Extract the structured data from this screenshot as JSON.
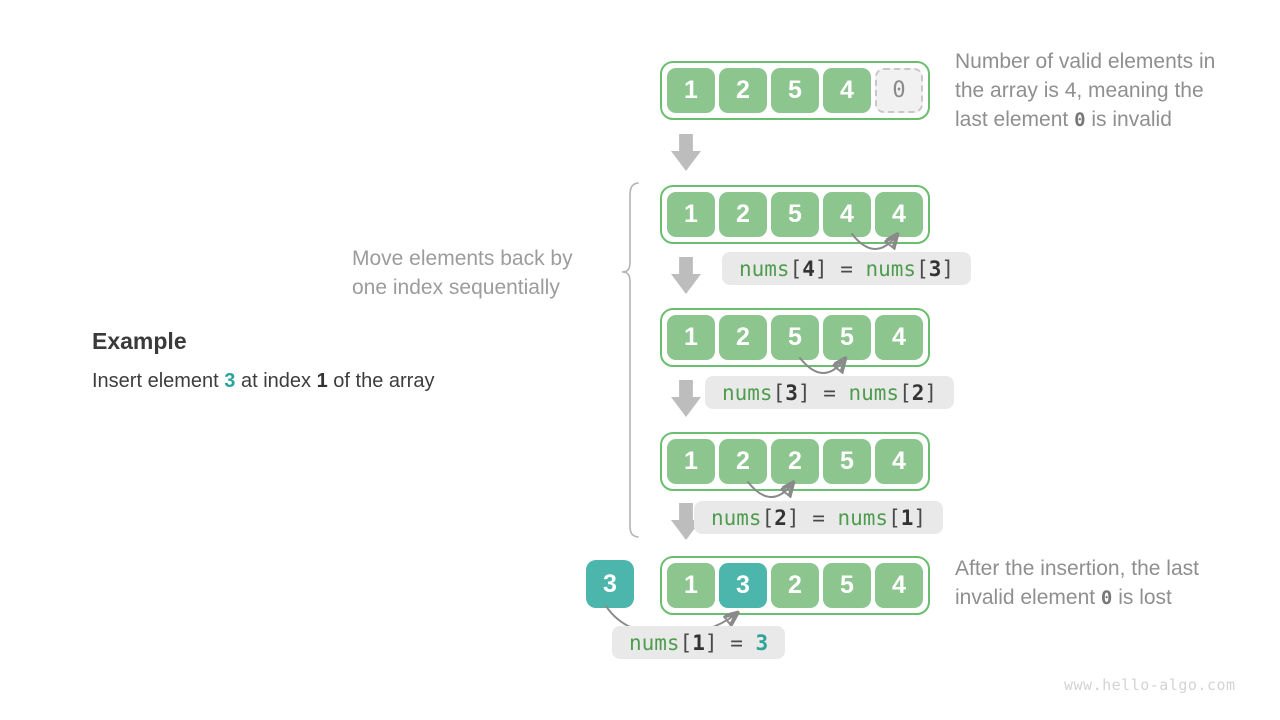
{
  "example": {
    "heading": "Example",
    "insert_pre": "Insert element ",
    "insert_value": "3",
    "insert_mid": " at index ",
    "insert_index": "1",
    "insert_post": " of the array"
  },
  "move_note": {
    "line1": "Move elements back by",
    "line2": "one index sequentially"
  },
  "annotation_top": {
    "line1": "Number of valid elements in",
    "line2": "the array is 4, meaning the",
    "line3_pre": "last element ",
    "invalid_value": "0",
    "line3_post": " is invalid"
  },
  "annotation_bottom": {
    "line1": "After the insertion, the last",
    "line2_pre": "invalid element ",
    "invalid_value": "0",
    "line2_post": " is lost"
  },
  "arrays": [
    {
      "cells": [
        "1",
        "2",
        "5",
        "4",
        "0"
      ]
    },
    {
      "cells": [
        "1",
        "2",
        "5",
        "4",
        "4"
      ]
    },
    {
      "cells": [
        "1",
        "2",
        "5",
        "5",
        "4"
      ]
    },
    {
      "cells": [
        "1",
        "2",
        "2",
        "5",
        "4"
      ]
    },
    {
      "cells": [
        "1",
        "3",
        "2",
        "5",
        "4"
      ]
    }
  ],
  "inserted_value": "3",
  "labels": [
    {
      "fn1": "nums",
      "idx1": "4",
      "fn2": "nums",
      "idx2": "3"
    },
    {
      "fn1": "nums",
      "idx1": "3",
      "fn2": "nums",
      "idx2": "2"
    },
    {
      "fn1": "nums",
      "idx1": "2",
      "fn2": "nums",
      "idx2": "1"
    },
    {
      "fn1": "nums",
      "idx1": "1",
      "value": "3"
    }
  ],
  "syntax": {
    "open": "[",
    "close": "]",
    "eq": " = "
  },
  "watermark": "www.hello-algo.com",
  "colors": {
    "cell_green": "#8cc58e",
    "border_green": "#6abf6e",
    "teal": "#4db6ac",
    "label_bg": "#e9e9e9",
    "code_green": "#4e9d4e",
    "gray_text": "#8f8f8f",
    "block_arrow_gray": "#bdbdbd",
    "arc_gray": "#8a8a8a"
  }
}
